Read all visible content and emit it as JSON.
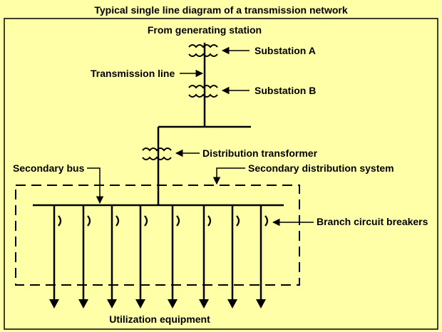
{
  "title": "Typical single line diagram of a transmission network",
  "labels": {
    "generating_station": "From generating station",
    "substation_a": "Substation A",
    "transmission_line": "Transmission line",
    "substation_b": "Substation B",
    "distribution_transformer": "Distribution transformer",
    "secondary_bus": "Secondary bus",
    "secondary_distribution_system": "Secondary distribution system",
    "branch_circuit_breakers": "Branch circuit breakers",
    "utilization_equipment": "Utilization equipment"
  },
  "colors": {
    "background": "#FFFFA8",
    "ink": "#000000"
  }
}
